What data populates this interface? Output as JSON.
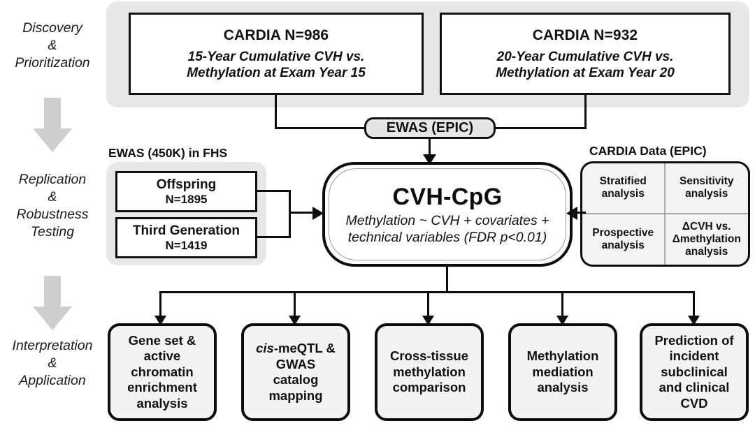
{
  "figure": {
    "type": "flowchart",
    "title": "CVH-CpG epigenome-wide association study workflow"
  },
  "stages": [
    {
      "id": "discovery",
      "label": "Discovery\n&\nPrioritization"
    },
    {
      "id": "replication",
      "label": "Replication\n&\nRobustness\nTesting"
    },
    {
      "id": "interpretation",
      "label": "Interpretation\n&\nApplication"
    }
  ],
  "stage_labels": {
    "discovery": {
      "l1": "Discovery",
      "l2": "&",
      "l3": "Prioritization"
    },
    "replication": {
      "l1": "Replication",
      "l2": "&",
      "l3": "Robustness",
      "l4": "Testing"
    },
    "interpretation": {
      "l1": "Interpretation",
      "l2": "&",
      "l3": "Application"
    }
  },
  "discovery": {
    "cohorts": [
      {
        "title": "CARDIA N=986",
        "detail_line1": "15-Year Cumulative CVH vs.",
        "detail_line2": "Methylation at Exam Year 15"
      },
      {
        "title": "CARDIA N=932",
        "detail_line1": "20-Year Cumulative CVH vs.",
        "detail_line2": "Methylation at Exam Year 20"
      }
    ],
    "platform_pill": "EWAS (EPIC)"
  },
  "replication": {
    "fhs_caption": "EWAS (450K) in FHS",
    "fhs_boxes": [
      {
        "name": "Offspring",
        "n": "N=1895"
      },
      {
        "name": "Third Generation",
        "n": "N=1419"
      }
    ],
    "core": {
      "title": "CVH-CpG",
      "model_line1": "Methylation ~ CVH + covariates +",
      "model_line2": "technical variables (FDR p<0.01)"
    },
    "cardia_caption": "CARDIA Data (EPIC)",
    "cardia_cells": [
      {
        "l1": "Stratified",
        "l2": "analysis",
        "l3": ""
      },
      {
        "l1": "Sensitivity",
        "l2": "analysis",
        "l3": ""
      },
      {
        "l1": "Prospective",
        "l2": "analysis",
        "l3": ""
      },
      {
        "l1": "ΔCVH vs.",
        "l2": "Δmethylation",
        "l3": "analysis"
      }
    ]
  },
  "interpretation": {
    "outputs": [
      {
        "id": "gene-set",
        "pre": "",
        "italic": "",
        "post": "Gene set &\nactive\nchromatin\nenrichment\nanalysis",
        "lines": [
          "Gene set &",
          "active",
          "chromatin",
          "enrichment",
          "analysis"
        ]
      },
      {
        "id": "meqtl",
        "italic_prefix": "cis",
        "lines": [
          "-meQTL &",
          "GWAS",
          "catalog",
          "mapping"
        ]
      },
      {
        "id": "cross-tissue",
        "lines": [
          "Cross-tissue",
          "methylation",
          "comparison"
        ]
      },
      {
        "id": "mediation",
        "lines": [
          "Methylation",
          "mediation",
          "analysis"
        ]
      },
      {
        "id": "prediction",
        "lines": [
          "Prediction of",
          "incident",
          "subclinical",
          "and clinical",
          "CVD"
        ]
      }
    ]
  },
  "colors": {
    "panel_grey": "#e8e8e8",
    "pill_grey": "#e6e6e6",
    "box_fill": "#f3f3f3",
    "stroke": "#0d0d0d",
    "arrow_grey": "#cfcfcf",
    "divider_grey": "#a8a8a8"
  }
}
